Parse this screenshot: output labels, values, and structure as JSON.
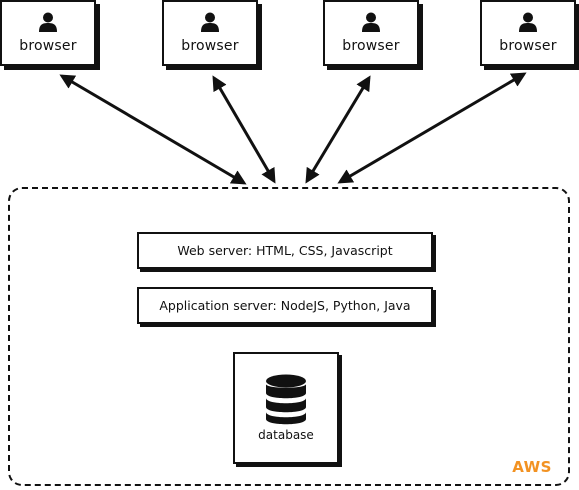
{
  "browsers": [
    {
      "label": "browser",
      "icon": "user-icon"
    },
    {
      "label": "browser",
      "icon": "user-icon"
    },
    {
      "label": "browser",
      "icon": "user-icon"
    },
    {
      "label": "browser",
      "icon": "user-icon"
    }
  ],
  "container": {
    "label": "AWS",
    "label_color": "#f29222"
  },
  "servers": {
    "web": "Web server: HTML, CSS, Javascript",
    "application": "Application server: NodeJS, Python, Java"
  },
  "database": {
    "label": "database",
    "icon": "database-icon"
  }
}
